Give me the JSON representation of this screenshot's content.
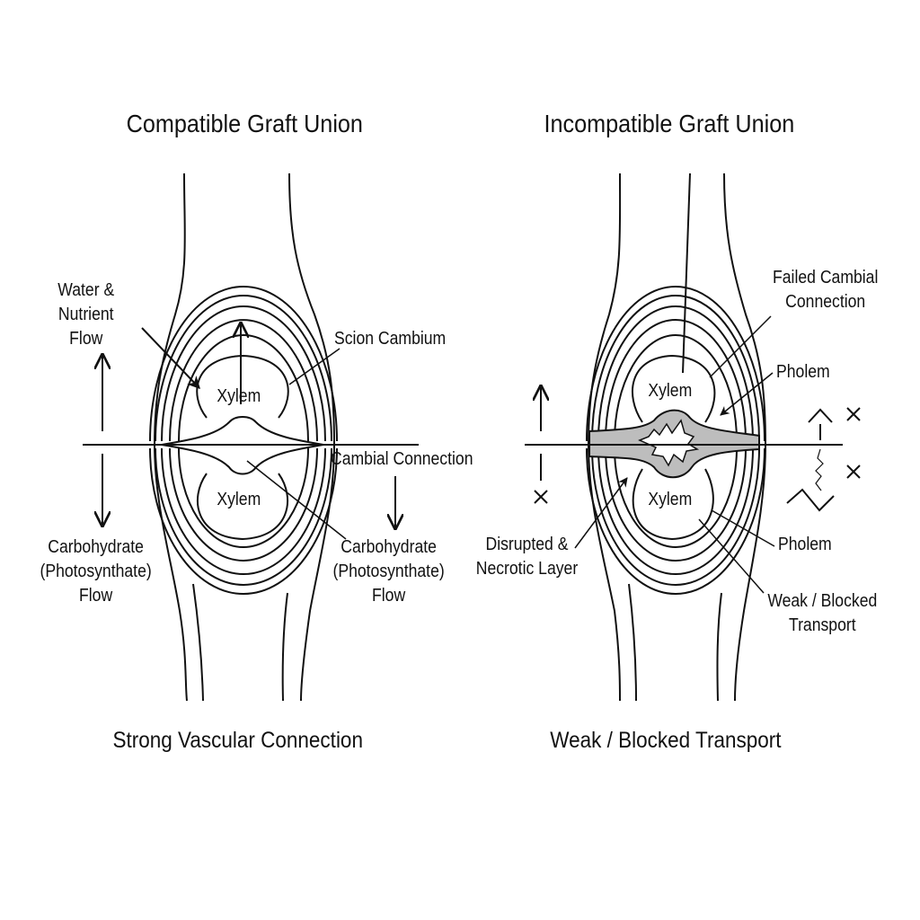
{
  "left_panel": {
    "title": "Compatible Graft Union",
    "caption": "Strong Vascular Connection",
    "labels": {
      "water_flow": [
        "Water &",
        "Nutrient",
        "Flow"
      ],
      "scion_cambium": "Scion Cambium",
      "xylem_top": "Xylem",
      "xylem_bottom": "Xylem",
      "cambial_connection": "Cambial Connection",
      "carb_left": [
        "Carbohydrate",
        "(Photosynthate)",
        "Flow"
      ],
      "carb_right": [
        "Carbohydrate",
        "(Photosynthate)",
        "Flow"
      ]
    }
  },
  "right_panel": {
    "title": "Incompatible Graft Union",
    "caption": "Weak / Blocked Transport",
    "labels": {
      "failed_cambial": [
        "Failed Cambial",
        "Connection"
      ],
      "pholem_top": "Pholem",
      "xylem_top": "Xylem",
      "xylem_bottom": "Xylem",
      "disrupted": [
        "Disrupted &",
        "Necrotic Layer"
      ],
      "pholem_bottom": "Pholem",
      "weak_blocked": [
        "Weak / Blocked",
        "Transport"
      ]
    }
  },
  "colors": {
    "ink": "#111111",
    "necrotic_fill": "#bdbdbd"
  }
}
